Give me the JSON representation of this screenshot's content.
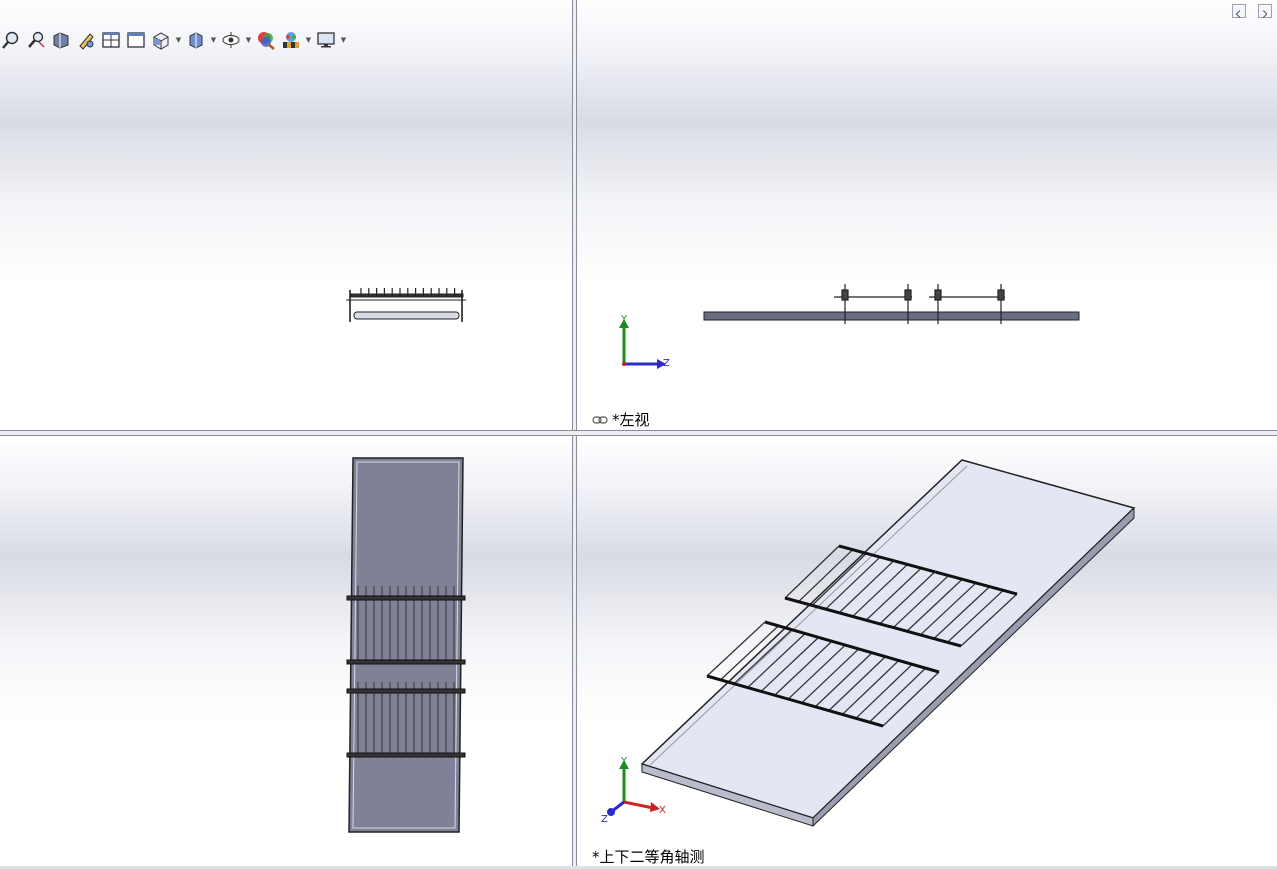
{
  "toolbar": {
    "items": [
      {
        "name": "zoom-to-fit-icon"
      },
      {
        "name": "zoom-to-area-icon"
      },
      {
        "name": "previous-view-icon"
      },
      {
        "name": "section-view-icon"
      },
      {
        "name": "four-view-layout-icon"
      },
      {
        "name": "single-view-layout-icon"
      },
      {
        "name": "view-orientation-icon"
      },
      {
        "name": "display-style-icon"
      },
      {
        "name": "hide-show-items-icon"
      },
      {
        "name": "edit-appearance-icon"
      },
      {
        "name": "apply-scene-icon"
      },
      {
        "name": "view-settings-icon"
      }
    ]
  },
  "viewports": {
    "top_right": {
      "label": "*左视",
      "axes": {
        "vertical": "Y",
        "horizontal": "Z"
      }
    },
    "bottom_right": {
      "label": "*上下二等角轴测",
      "axes": {
        "vertical": "Y",
        "horizontal": "X",
        "depth": "Z"
      }
    }
  },
  "colors": {
    "steel": "#8a8c9c",
    "steel_light": "#e4e7f3",
    "axis_y": "#1f8a1f",
    "axis_z": "#2b2bc8",
    "axis_x": "#d02020"
  }
}
